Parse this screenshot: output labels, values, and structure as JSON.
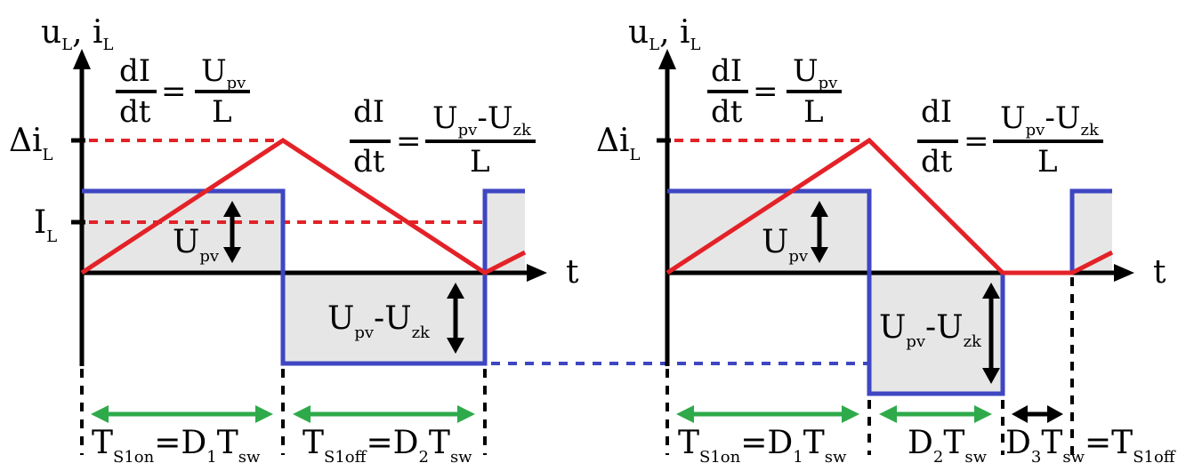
{
  "colors": {
    "current": "#e32228",
    "voltage": "#3e46c2",
    "fill": "#e6e6e6",
    "interval": "#2eaa4a",
    "axis": "#000000"
  },
  "panels": [
    {
      "id": "ccm",
      "axis_label": {
        "main1": "u",
        "sub1": "L",
        "sep": ",  ",
        "main2": "i",
        "sub2": "L"
      },
      "t_label": "t",
      "delta_label": {
        "main": "Δi",
        "sub": "L"
      },
      "il_label": {
        "main": "I",
        "sub": "L"
      },
      "eq_on": {
        "num": "dI",
        "den": "dt",
        "eq": "=",
        "rnum_main": "U",
        "rnum_sub": "pv",
        "rden": "L"
      },
      "eq_off": {
        "num": "dI",
        "den": "dt",
        "eq": "=",
        "rnum_main1": "U",
        "rnum_sub1": "pv",
        "rnum_dash": "-U",
        "rnum_sub2": "zk",
        "rden": "L"
      },
      "upv_label": {
        "main": "U",
        "sub": "pv"
      },
      "upvzk_label": {
        "main1": "U",
        "sub1": "pv",
        "dash": "-U",
        "sub2": "zk"
      },
      "intervals": [
        {
          "main1": "T",
          "sub1": "S1on",
          "eq": "=D",
          "sub2": "1",
          "main2": "T",
          "sub3": "sw"
        },
        {
          "main1": "T",
          "sub1": "S1off",
          "eq": "=D",
          "sub2": "2",
          "main2": "T",
          "sub3": "sw"
        }
      ]
    },
    {
      "id": "dcm",
      "axis_label": {
        "main1": "u",
        "sub1": "L",
        "sep": ",  ",
        "main2": "i",
        "sub2": "L"
      },
      "t_label": "t",
      "delta_label": {
        "main": "Δi",
        "sub": "L"
      },
      "eq_on": {
        "num": "dI",
        "den": "dt",
        "eq": "=",
        "rnum_main": "U",
        "rnum_sub": "pv",
        "rden": "L"
      },
      "eq_off": {
        "num": "dI",
        "den": "dt",
        "eq": "=",
        "rnum_main1": "U",
        "rnum_sub1": "pv",
        "rnum_dash": "-U",
        "rnum_sub2": "zk",
        "rden": "L"
      },
      "upv_label": {
        "main": "U",
        "sub": "pv"
      },
      "upvzk_label": {
        "main1": "U",
        "sub1": "pv",
        "dash": "-U",
        "sub2": "zk"
      },
      "intervals": [
        {
          "main1": "T",
          "sub1": "S1on",
          "eq": "=D",
          "sub2": "1",
          "main2": "T",
          "sub3": "sw"
        },
        {
          "main1": "D",
          "sub1": "2",
          "main2": "T",
          "sub2": "sw"
        },
        {
          "main1": "D",
          "sub1": "3",
          "main2": "T",
          "sub2": "sw",
          "eq": "=T",
          "sub3": "S1off"
        }
      ]
    }
  ]
}
